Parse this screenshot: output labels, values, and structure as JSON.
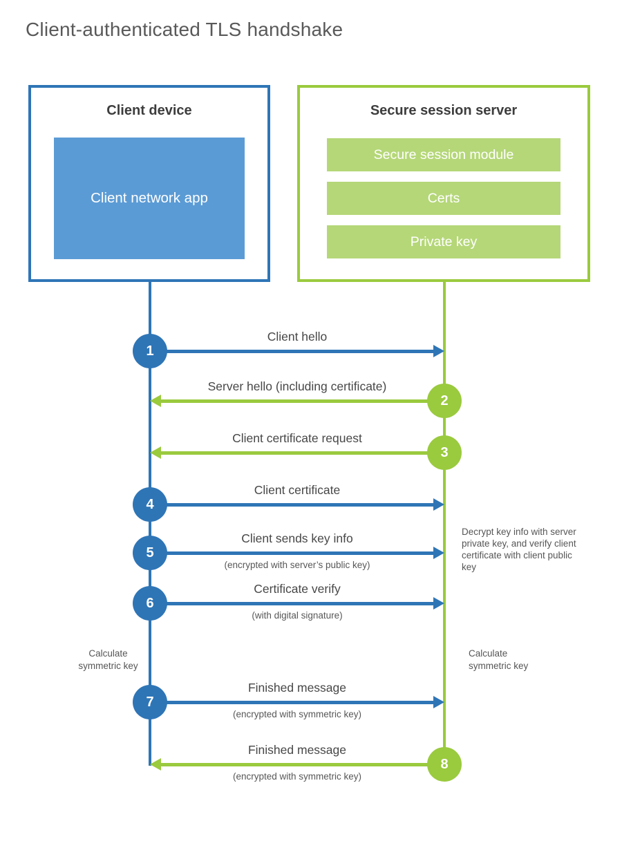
{
  "title": "Client-authenticated TLS handshake",
  "client_box": {
    "title": "Client device",
    "app": "Client network app"
  },
  "server_box": {
    "title": "Secure session server",
    "modules": [
      "Secure session module",
      "Certs",
      "Private key"
    ]
  },
  "messages": [
    {
      "num": "1",
      "from": "client",
      "direction": "right",
      "label": "Client hello",
      "sublabel": ""
    },
    {
      "num": "2",
      "from": "server",
      "direction": "left",
      "label": "Server hello (including certificate)",
      "sublabel": ""
    },
    {
      "num": "3",
      "from": "server",
      "direction": "left",
      "label": "Client certificate request",
      "sublabel": ""
    },
    {
      "num": "4",
      "from": "client",
      "direction": "right",
      "label": "Client certificate",
      "sublabel": ""
    },
    {
      "num": "5",
      "from": "client",
      "direction": "right",
      "label": "Client sends key info",
      "sublabel": "(encrypted with server’s public key)"
    },
    {
      "num": "6",
      "from": "client",
      "direction": "right",
      "label": "Certificate verify",
      "sublabel": "(with digital signature)"
    },
    {
      "num": "7",
      "from": "client",
      "direction": "right",
      "label": "Finished message",
      "sublabel": "(encrypted with symmetric key)"
    },
    {
      "num": "8",
      "from": "server",
      "direction": "left",
      "label": "Finished message",
      "sublabel": "(encrypted with symmetric key)"
    }
  ],
  "annotations": {
    "server_note": "Decrypt key info with server private key, and verify client certificate with client public key",
    "client_calculate": "Calculate symmetric key",
    "server_calculate": "Calculate symmetric key"
  },
  "colors": {
    "client_blue": "#2e75b6",
    "client_fill_blue": "#5b9bd5",
    "server_green": "#9aca3e",
    "server_fill_green": "#b5d778"
  }
}
